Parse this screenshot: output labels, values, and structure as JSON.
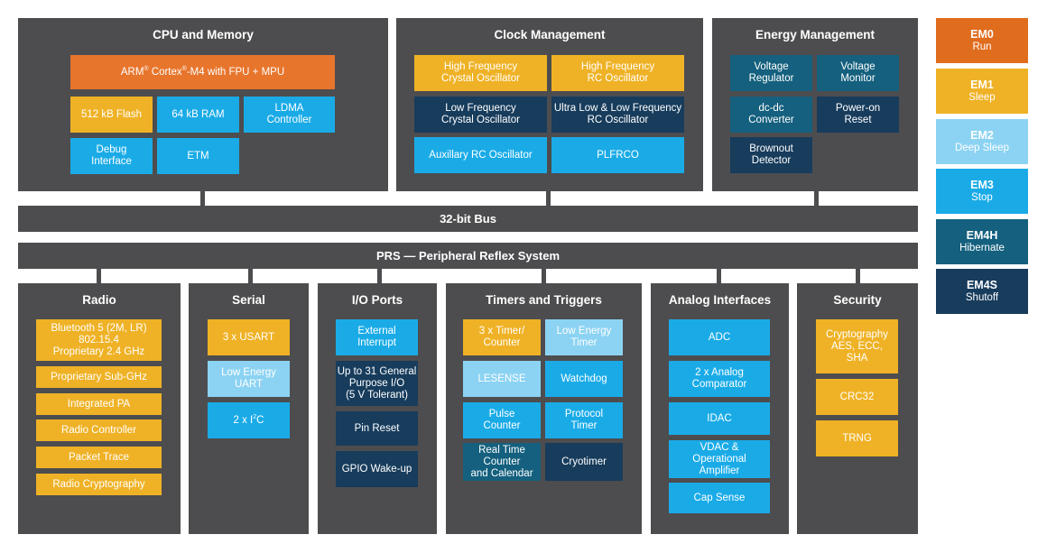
{
  "cpu": {
    "title": "CPU and Memory",
    "arm": [
      "ARM",
      "®",
      " Cortex",
      "®",
      "-M4 with FPU + MPU"
    ],
    "flash": "512 kB Flash",
    "ram": "64 kB RAM",
    "ldma": [
      "LDMA",
      "Controller"
    ],
    "debug": [
      "Debug",
      "Interface"
    ],
    "etm": "ETM"
  },
  "clock": {
    "title": "Clock Management",
    "hfxo": [
      "High Frequency",
      "Crystal Oscillator"
    ],
    "hfrco": [
      "High Frequency",
      "RC Oscillator"
    ],
    "lfxo": [
      "Low Frequency",
      "Crystal Oscillator"
    ],
    "ulfrco": [
      "Ultra Low & Low Frequency",
      "RC Oscillator"
    ],
    "auxrco": "Auxillary RC Oscillator",
    "plfrco": "PLFRCO"
  },
  "energy": {
    "title": "Energy Management",
    "vreg": [
      "Voltage",
      "Regulator"
    ],
    "vmon": [
      "Voltage",
      "Monitor"
    ],
    "dcdc": [
      "dc-dc",
      "Converter"
    ],
    "por": [
      "Power-on",
      "Reset"
    ],
    "bod": [
      "Brownout",
      "Detector"
    ]
  },
  "bus": "32-bit Bus",
  "prs": "PRS — Peripheral Reflex System",
  "radio": {
    "title": "Radio",
    "bt": [
      "Bluetooth 5 (2M, LR)",
      "802.15.4",
      "Proprietary 2.4 GHz"
    ],
    "subghz": "Proprietary Sub-GHz",
    "pa": "Integrated PA",
    "ctrl": "Radio Controller",
    "trace": "Packet Trace",
    "crypto": "Radio Cryptography"
  },
  "serial": {
    "title": "Serial",
    "usart": "3 x USART",
    "leuart": [
      "Low Energy",
      "UART"
    ],
    "i2c": [
      "2 x I",
      "2",
      "C"
    ]
  },
  "io": {
    "title": "I/O Ports",
    "extint": [
      "External",
      "Interrupt"
    ],
    "gpio": [
      "Up to 31 General",
      "Purpose I/O",
      "(5 V Tolerant)"
    ],
    "pinreset": "Pin Reset",
    "wakeup": "GPIO Wake-up"
  },
  "timers": {
    "title": "Timers and Triggers",
    "timer": [
      "3 x Timer/",
      "Counter"
    ],
    "letimer": [
      "Low Energy",
      "Timer"
    ],
    "lesense": "LESENSE",
    "watchdog": "Watchdog",
    "pcnt": [
      "Pulse",
      "Counter"
    ],
    "prot": [
      "Protocol",
      "Timer"
    ],
    "rtc": [
      "Real Time",
      "Counter",
      "and Calendar"
    ],
    "cryotimer": "Cryotimer"
  },
  "analog": {
    "title": "Analog Interfaces",
    "adc": "ADC",
    "comp": [
      "2 x Analog",
      "Comparator"
    ],
    "idac": "IDAC",
    "vdac": [
      "VDAC &",
      "Operational",
      "Amplifier"
    ],
    "capsense": "Cap Sense"
  },
  "security": {
    "title": "Security",
    "crypto": [
      "Cryptography",
      "AES, ECC,",
      "SHA"
    ],
    "crc": "CRC32",
    "trng": "TRNG"
  },
  "energy_modes": [
    {
      "name": "EM0",
      "desc": "Run"
    },
    {
      "name": "EM1",
      "desc": "Sleep"
    },
    {
      "name": "EM2",
      "desc": "Deep Sleep"
    },
    {
      "name": "EM3",
      "desc": "Stop"
    },
    {
      "name": "EM4H",
      "desc": "Hibernate"
    },
    {
      "name": "EM4S",
      "desc": "Shutoff"
    }
  ],
  "colors": {
    "panel": "#4d4d4f",
    "gold": "#efb226",
    "orange": "#e7752c",
    "blue": "#1aabe7",
    "light_blue": "#8cd3f3",
    "navy": "#173c5c",
    "teal": "#14607e"
  }
}
